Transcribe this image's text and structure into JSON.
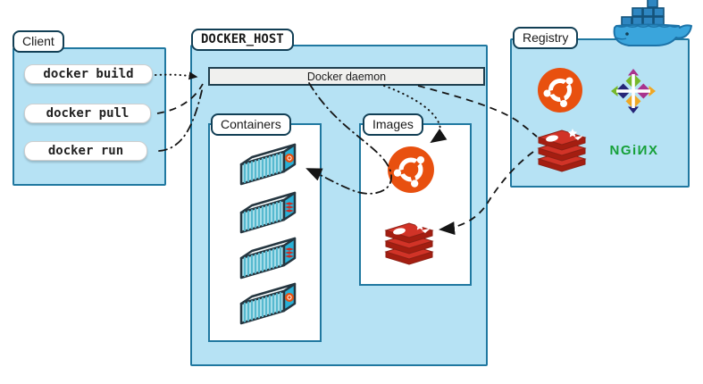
{
  "client": {
    "title": "Client",
    "commands": [
      "docker build",
      "docker pull",
      "docker run"
    ]
  },
  "host": {
    "title": "DOCKER_HOST",
    "daemon_label": "Docker daemon",
    "containers_title": "Containers",
    "images_title": "Images",
    "container_count": 4,
    "container_logos": [
      "ubuntu",
      "redis",
      "redis",
      "ubuntu"
    ],
    "image_icons": [
      "ubuntu-logo",
      "redis-logo"
    ]
  },
  "registry": {
    "title": "Registry",
    "logos": [
      "ubuntu-logo",
      "centos-logo",
      "redis-logo",
      "nginx-logo"
    ],
    "nginx_text": "NGiИX"
  },
  "icons": [
    "docker-whale",
    "ubuntu-logo",
    "centos-logo",
    "redis-logo",
    "nginx-logo",
    "container-icon"
  ],
  "arrows": [
    {
      "id": "build-to-daemon",
      "style": "dotted",
      "from": "docker build",
      "to": "Docker daemon"
    },
    {
      "id": "pull-to-daemon",
      "style": "dashed",
      "from": "docker pull",
      "to": "Docker daemon"
    },
    {
      "id": "run-to-daemon",
      "style": "dash-dot",
      "from": "docker run",
      "to": "Docker daemon"
    },
    {
      "id": "daemon-to-container",
      "style": "dash-dot",
      "from": "Docker daemon",
      "to": "container-1"
    },
    {
      "id": "daemon-to-ubuntu-image",
      "style": "dotted",
      "from": "Docker daemon",
      "to": "ubuntu-image"
    },
    {
      "id": "daemon-to-registry",
      "style": "dashed",
      "from": "Docker daemon",
      "to": "registry-redis"
    },
    {
      "id": "registry-to-redis-image",
      "style": "dashed",
      "from": "registry-redis",
      "to": "redis-image"
    }
  ],
  "colors": {
    "panel_blue": "#b6e2f4",
    "panel_border": "#2078a0",
    "ubuntu_orange": "#e8500f",
    "redis_red": "#d13327",
    "nginx_green": "#16a038",
    "docker_blue": "#3aa5dc",
    "daemon_fill": "#f0f0ee",
    "line_black": "#151515"
  }
}
